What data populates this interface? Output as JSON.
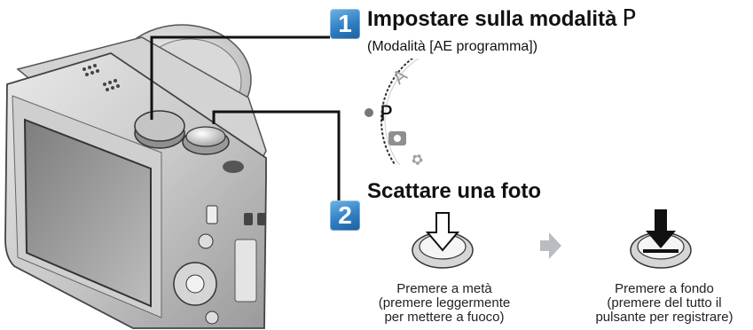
{
  "step1": {
    "number": "1",
    "title": "Impostare sulla modalità",
    "mode_symbol": "P",
    "subtitle": "(Modalità [AE programma])"
  },
  "dial": {
    "selected": "P"
  },
  "step2": {
    "number": "2",
    "title": "Scattare una foto"
  },
  "half_press": {
    "lines": [
      "Premere a metà",
      "(premere leggermente",
      "per mettere a fuoco)"
    ]
  },
  "full_press": {
    "lines": [
      "Premere a fondo",
      "(premere del tutto il",
      "pulsante per registrare)"
    ]
  },
  "colors": {
    "badge": "#2f7fc4",
    "arrow_gray": "#b9bcc0"
  }
}
